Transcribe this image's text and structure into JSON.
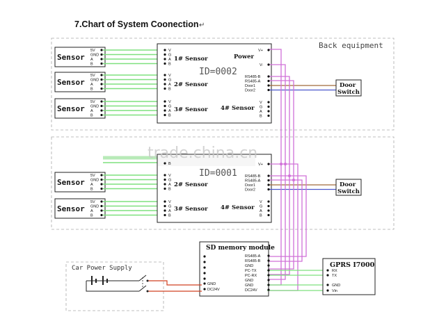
{
  "title": "7.Chart of System Coonection",
  "back_equipment_label": "Back equipment",
  "watermark": "trade.china.cn",
  "sensor_label": "Sensor",
  "sensor_pins": [
    "5V",
    "GND",
    "A",
    "B"
  ],
  "ctrl_pins": [
    "V",
    "G",
    "A",
    "B"
  ],
  "board_top": {
    "id_label": "ID=0002",
    "slots": [
      "1# Sensor",
      "2# Sensor",
      "3# Sensor",
      "4# Sensor"
    ],
    "power_label": "Power",
    "right_pins": [
      "V+",
      "V-",
      "RS485-B",
      "RS485-A",
      "Door1",
      "Door2"
    ]
  },
  "board_bottom": {
    "id_label": "ID=0001",
    "slots": [
      "2# Sensor",
      "3# Sensor",
      "4# Sensor"
    ],
    "right_pins": [
      "V+",
      "RS485-B",
      "RS485-A",
      "Door1",
      "Door2"
    ]
  },
  "door_switch": [
    "Door",
    "Switch"
  ],
  "sd_module": {
    "title": "SD memory module",
    "right_pins": [
      "RS485-A",
      "RS485-B",
      "GND",
      "PC-TX",
      "PC-RX",
      "GND",
      "GND",
      "DC24V"
    ],
    "left_pins": [
      "GND",
      "DC24V"
    ]
  },
  "gprs": {
    "title": "GPRS I7000",
    "pins": [
      "RX",
      "TX",
      "GND",
      "Vin"
    ]
  },
  "car_power_label": "Car Power Supply",
  "colors": {
    "sensor_wire": "#7ee07e",
    "bus_wire": "#d070d8",
    "door_wire_a": "#a06a3a",
    "door_wire_b": "#4a55cc",
    "power_wire": "#d04020"
  }
}
